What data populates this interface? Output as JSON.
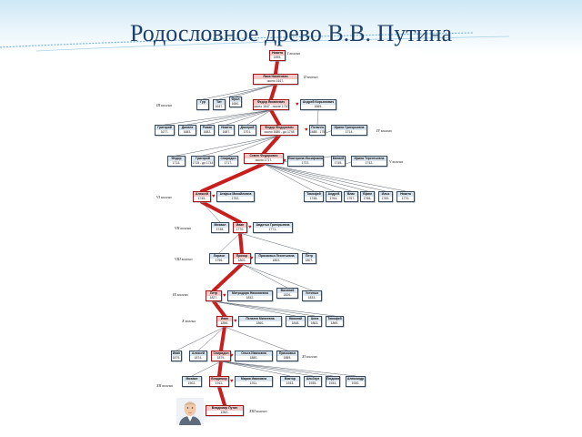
{
  "title": "Родословное древо В.В. Путина",
  "colors": {
    "main_line": "#c81e1e",
    "line": "#5a6470",
    "title": "#1f3f66"
  },
  "generations": [
    {
      "id": "g1",
      "label": "I колено"
    },
    {
      "id": "g2",
      "label": "II колено"
    },
    {
      "id": "g3",
      "label": "III колено"
    },
    {
      "id": "g4",
      "label": "IV колено"
    },
    {
      "id": "g5",
      "label": "V колено"
    },
    {
      "id": "g6",
      "label": "VI колено"
    },
    {
      "id": "g7",
      "label": "VII колено"
    },
    {
      "id": "g8",
      "label": "VIII колено"
    },
    {
      "id": "g9",
      "label": "IX колено"
    },
    {
      "id": "g10",
      "label": "X колено"
    },
    {
      "id": "g11",
      "label": "XI колено"
    },
    {
      "id": "g12",
      "label": "XII колено"
    },
    {
      "id": "g13",
      "label": "XIII колено"
    }
  ],
  "people": [
    {
      "id": "p01",
      "name": "Никита",
      "years": "1595-"
    },
    {
      "id": "p02",
      "name": "Яков Никитович",
      "years": "около 1617-"
    },
    {
      "id": "p03",
      "name": "Гур",
      "years": ""
    },
    {
      "id": "p04",
      "name": "Тит",
      "years": "1647-"
    },
    {
      "id": "p05",
      "name": "Фрол",
      "years": "1650-"
    },
    {
      "id": "p06",
      "name": "Федор Яковлевич",
      "years": "около 1647 - после 1710"
    },
    {
      "id": "p07",
      "name": "Андрей Кирьянович",
      "years": "1665-"
    },
    {
      "id": "p08",
      "name": "Григорий",
      "years": "1677-"
    },
    {
      "id": "p09",
      "name": "Данила",
      "years": "1683-"
    },
    {
      "id": "p10",
      "name": "Роман",
      "years": "1682-"
    },
    {
      "id": "p11",
      "name": "Никита",
      "years": "1687-"
    },
    {
      "id": "p12",
      "name": "Дмитрий",
      "years": "1701-"
    },
    {
      "id": "p13",
      "name": "Федор Федорович",
      "years": "около 1680 - до 1748"
    },
    {
      "id": "p14",
      "name": "Пелагея",
      "years": "1685 - 1757"
    },
    {
      "id": "p15",
      "name": "Ирина Григорьевна",
      "years": "1714-"
    },
    {
      "id": "p16",
      "name": "Федор",
      "years": "1714-"
    },
    {
      "id": "p17",
      "name": "Григорий",
      "years": "1715 - до 1744"
    },
    {
      "id": "p18",
      "name": "Спиридон",
      "years": "1717-"
    },
    {
      "id": "p19",
      "name": "Семен Федорович",
      "years": "около 1717-"
    },
    {
      "id": "p20",
      "name": "Екатерина Иосифовна",
      "years": "1722-"
    },
    {
      "id": "p21",
      "name": "Матвей",
      "years": "1745-"
    },
    {
      "id": "p22",
      "name": "Ирина Терентьевна",
      "years": "1742-"
    },
    {
      "id": "p23",
      "name": "Алексей",
      "years": "1745-"
    },
    {
      "id": "p24",
      "name": "Агафья Михайловна",
      "years": "1752-"
    },
    {
      "id": "p25",
      "name": "Тимофей",
      "years": "1748-"
    },
    {
      "id": "p26",
      "name": "Андрей",
      "years": "1764-"
    },
    {
      "id": "p27",
      "name": "Влас",
      "years": "1767-"
    },
    {
      "id": "p28",
      "name": "Ефим",
      "years": "1768-"
    },
    {
      "id": "p29",
      "name": "Илья",
      "years": "1769-"
    },
    {
      "id": "p30",
      "name": "Никита",
      "years": "1770-"
    },
    {
      "id": "p31",
      "name": "Михаил",
      "years": "1748-"
    },
    {
      "id": "p32",
      "name": "Иван",
      "years": "1770-"
    },
    {
      "id": "p33",
      "name": "Авдотья Григорьевна",
      "years": "1771-"
    },
    {
      "id": "p34",
      "name": "Ларион",
      "years": "1796-"
    },
    {
      "id": "p35",
      "name": "Прохор",
      "years": "1800-"
    },
    {
      "id": "p36",
      "name": "Прасковья Леонтьевна",
      "years": "1802-"
    },
    {
      "id": "p37",
      "name": "Петр",
      "years": "1807-"
    },
    {
      "id": "p38",
      "name": "Петр",
      "years": "1827-"
    },
    {
      "id": "p39",
      "name": "Митродора Николаевна",
      "years": "1832-"
    },
    {
      "id": "p40",
      "name": "Василий",
      "years": "1826-"
    },
    {
      "id": "p41",
      "name": "Устинья",
      "years": "1833-"
    },
    {
      "id": "p42",
      "name": "Иван",
      "years": "1856-"
    },
    {
      "id": "p43",
      "name": "Пелагея Минеевна",
      "years": "1860-"
    },
    {
      "id": "p44",
      "name": "Николай",
      "years": "1848-"
    },
    {
      "id": "p45",
      "name": "Анна",
      "years": "1863-"
    },
    {
      "id": "p46",
      "name": "Тимофей",
      "years": "1869-"
    },
    {
      "id": "p47",
      "name": "Иван",
      "years": "1879-"
    },
    {
      "id": "p48",
      "name": "Алексей",
      "years": "1874-"
    },
    {
      "id": "p49",
      "name": "Спиридон",
      "years": "1879-"
    },
    {
      "id": "p50",
      "name": "Ольга Ивановна",
      "years": "1880-"
    },
    {
      "id": "p51",
      "name": "Прасковья",
      "years": "1889-"
    },
    {
      "id": "p52",
      "name": "Михаил",
      "years": "1902-"
    },
    {
      "id": "p53",
      "name": "Владимир",
      "years": "1911-"
    },
    {
      "id": "p54",
      "name": "Мария Ивановна",
      "years": "1911-"
    },
    {
      "id": "p55",
      "name": "Виктор",
      "years": "1933-"
    },
    {
      "id": "p56",
      "name": "Альберт",
      "years": "1935-"
    },
    {
      "id": "p57",
      "name": "Людмила",
      "years": "1934-"
    },
    {
      "id": "p58",
      "name": "Александр",
      "years": "1930-"
    },
    {
      "id": "p59",
      "name": "Анна",
      "years": "1936-"
    },
    {
      "id": "p60",
      "name": "Владимир Путин",
      "years": "1952-"
    }
  ]
}
